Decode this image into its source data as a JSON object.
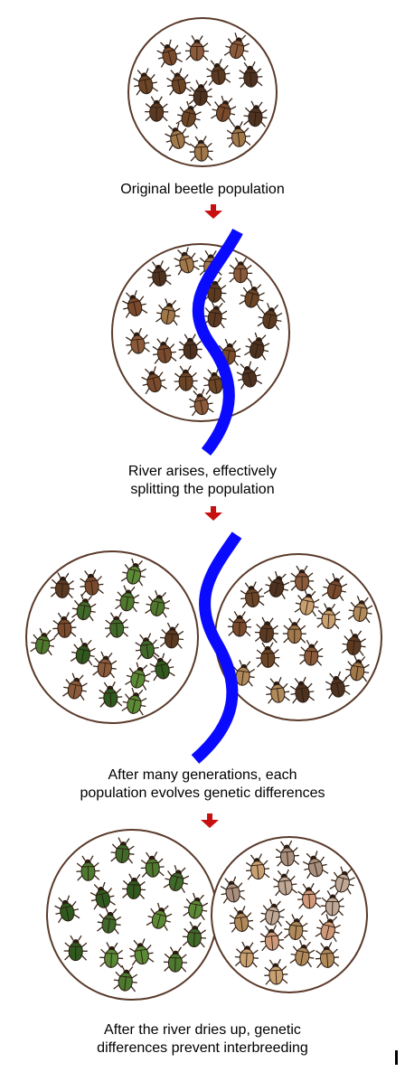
{
  "colors": {
    "river": "#0a0aff",
    "arrow": "#c81010",
    "circle_outline": "#5a3a2a",
    "beetle_outline": "#2a1a10",
    "legs": "#3a2414",
    "brown_palette": [
      "#7a4a2c",
      "#5c3a22",
      "#8b5a3a",
      "#6b4526",
      "#a0784a",
      "#4e3220"
    ],
    "green_palette": [
      "#3f6a2a",
      "#2f5a1e",
      "#4d7a2e",
      "#5a8a36"
    ],
    "tan_palette": [
      "#b08a5a",
      "#c9a070",
      "#a88f7e",
      "#d09a7a",
      "#bfa896"
    ]
  },
  "stages": [
    {
      "id": "original",
      "caption": [
        "Original beetle population"
      ]
    },
    {
      "id": "split",
      "caption": [
        "River arises, effectively",
        "splitting the population"
      ]
    },
    {
      "id": "diverge",
      "caption": [
        "After many generations, each",
        "population evolves genetic differences"
      ]
    },
    {
      "id": "reunite",
      "caption": [
        "After the river dries up, genetic",
        "differences prevent interbreeding"
      ]
    }
  ],
  "icons": [
    "beetle-icon",
    "down-arrow-icon",
    "river-icon"
  ]
}
